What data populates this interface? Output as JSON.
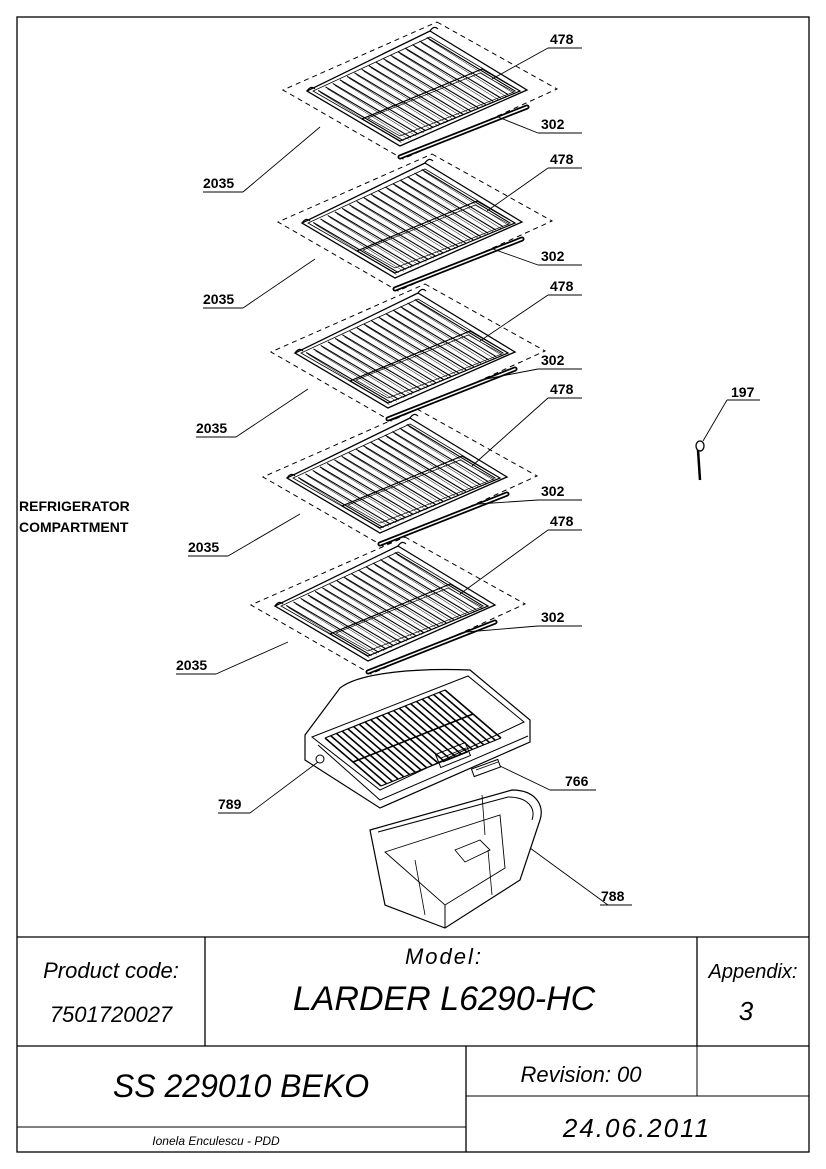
{
  "section_label": [
    "REFRIGERATOR",
    "COMPARTMENT"
  ],
  "shelves": [
    {
      "callouts": {
        "tray": "478",
        "strip": "302",
        "shelf": "2035"
      }
    },
    {
      "callouts": {
        "tray": "478",
        "strip": "302",
        "shelf": "2035"
      }
    },
    {
      "callouts": {
        "tray": "478",
        "strip": "302",
        "shelf": "2035"
      }
    },
    {
      "callouts": {
        "tray": "478",
        "strip": "302",
        "shelf": "2035"
      }
    },
    {
      "callouts": {
        "tray": "478",
        "strip": "302",
        "shelf": "2035"
      }
    }
  ],
  "parts": {
    "hook": "197",
    "crisper_cover": "789",
    "cover_insert": "766",
    "crisper_box": "788"
  },
  "title_block": {
    "product_code_label": "Product code:",
    "product_code_value": "7501720027",
    "model_label": "Model:",
    "model_value": "LARDER L6290-HC",
    "appendix_label": "Appendix:",
    "appendix_value": "3",
    "ss_number": "SS 229010 BEKO",
    "revision": "Revision: 00",
    "author": "Ionela Enculescu - PDD",
    "date": "24.06.2011"
  }
}
